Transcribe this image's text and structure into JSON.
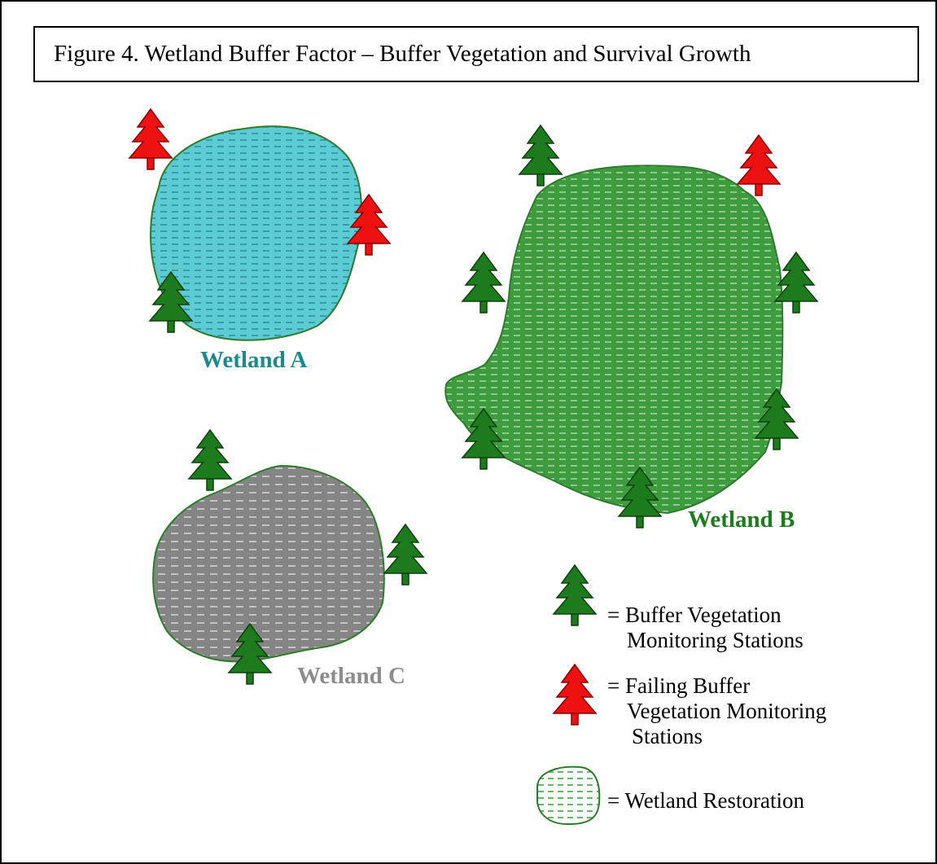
{
  "figure": {
    "title": "Figure 4. Wetland Buffer Factor – Buffer Vegetation and Survival Growth"
  },
  "wetlands": [
    {
      "label": "Wetland A",
      "fill": "#5ccbd3",
      "label_color": "#1a8a8a"
    },
    {
      "label": "Wetland B",
      "fill": "#3e9c3e",
      "label_color": "#1d7a1d"
    },
    {
      "label": "Wetland C",
      "fill": "#858585",
      "label_color": "#8c8c8c"
    }
  ],
  "legend": {
    "green_tree": {
      "line1": "= Buffer Vegetation",
      "line2": "Monitoring Stations"
    },
    "red_tree": {
      "line1": "= Failing Buffer",
      "line2": "Vegetation Monitoring",
      "line3": "Stations"
    },
    "restoration": {
      "line1": "= Wetland Restoration"
    }
  },
  "colors": {
    "tree_green": "#1d7a1d",
    "tree_red": "#ee1111",
    "outline_green": "#2d7a2d",
    "dash": "#ffffff"
  },
  "icons": [
    "green-tree-icon",
    "red-tree-icon",
    "wetland-restoration-icon"
  ]
}
